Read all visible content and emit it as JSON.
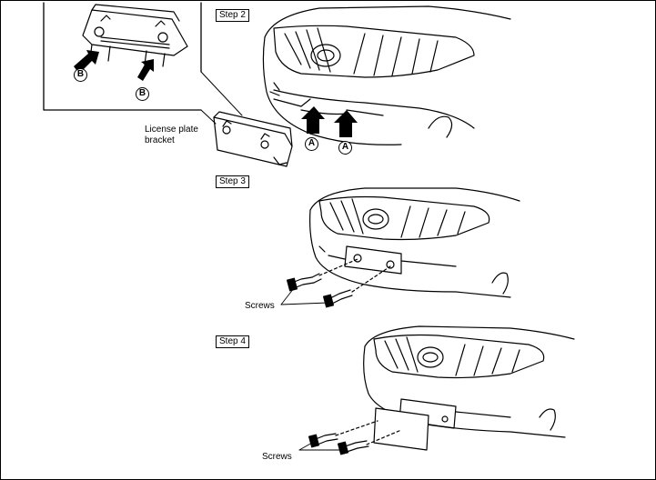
{
  "steps": {
    "step2": "Step 2",
    "step3": "Step 3",
    "step4": "Step 4"
  },
  "labels": {
    "license_plate_bracket_line1": "License plate",
    "license_plate_bracket_line2": "bracket",
    "screws_step3": "Screws",
    "screws_step4": "Screws"
  },
  "markers": {
    "a": "A",
    "b": "B"
  }
}
